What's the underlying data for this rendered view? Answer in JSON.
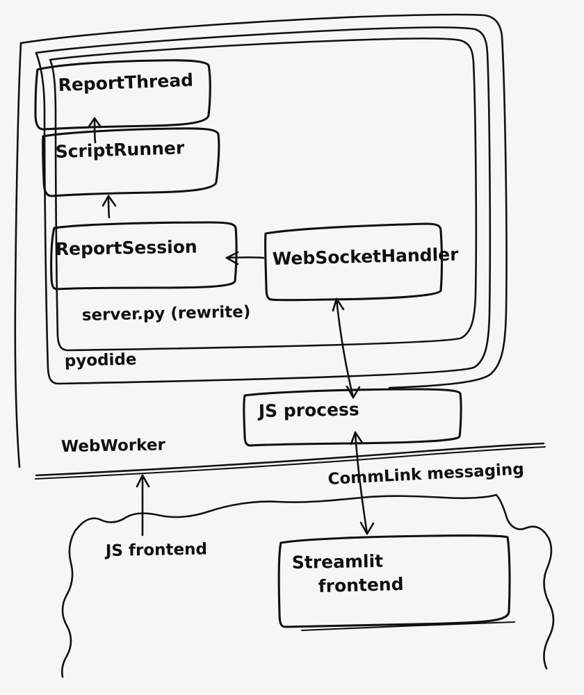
{
  "diagram": {
    "title": "Streamlit in Pyodide / WebWorker architecture sketch",
    "medium": "hand-drawn pen sketch on paper",
    "paper_color": "#f6f6f5",
    "ink_color": "#11100e",
    "containers": [
      {
        "id": "webworker",
        "label": "WebWorker"
      },
      {
        "id": "pyodide",
        "label": "pyodide"
      },
      {
        "id": "serverpy",
        "label": "server.py (rewrite)"
      },
      {
        "id": "browser",
        "label": "JS frontend"
      }
    ],
    "boxes": [
      {
        "id": "report-thread",
        "label": "ReportThread"
      },
      {
        "id": "script-runner",
        "label": "ScriptRunner"
      },
      {
        "id": "report-session",
        "label": "ReportSession"
      },
      {
        "id": "websocket-handler",
        "label": "WebSocketHandler"
      },
      {
        "id": "js-process",
        "label": "JS process"
      },
      {
        "id": "streamlit-frontend",
        "label_line1": "Streamlit",
        "label_line2": "frontend"
      }
    ],
    "labels": [
      {
        "id": "serverpy-label",
        "text": "server.py (rewrite)"
      },
      {
        "id": "pyodide-label",
        "text": "pyodide"
      },
      {
        "id": "webworker-label",
        "text": "WebWorker"
      },
      {
        "id": "js-frontend-label",
        "text": "JS frontend"
      },
      {
        "id": "commlink-label",
        "text": "CommLink messaging"
      }
    ],
    "arrows": [
      {
        "id": "arrow-scriptrunner-to-reportthread",
        "from": "ScriptRunner",
        "to": "ReportThread",
        "heads": "single-up"
      },
      {
        "id": "arrow-reportsession-to-scriptrunner",
        "from": "ReportSession",
        "to": "ScriptRunner",
        "heads": "single-up"
      },
      {
        "id": "arrow-websockethandler-to-reportsession",
        "from": "WebSocketHandler",
        "to": "ReportSession",
        "heads": "single-left"
      },
      {
        "id": "arrow-websockethandler-jsprocess",
        "from": "WebSocketHandler",
        "to": "JS process",
        "heads": "double"
      },
      {
        "id": "arrow-jsprocess-streamlitfrontend",
        "from": "JS process",
        "to": "Streamlit frontend",
        "heads": "double",
        "label": "CommLink messaging"
      },
      {
        "id": "arrow-jsfrontend-up",
        "from": "JS frontend",
        "to": "WebWorker",
        "heads": "single-up"
      }
    ]
  }
}
